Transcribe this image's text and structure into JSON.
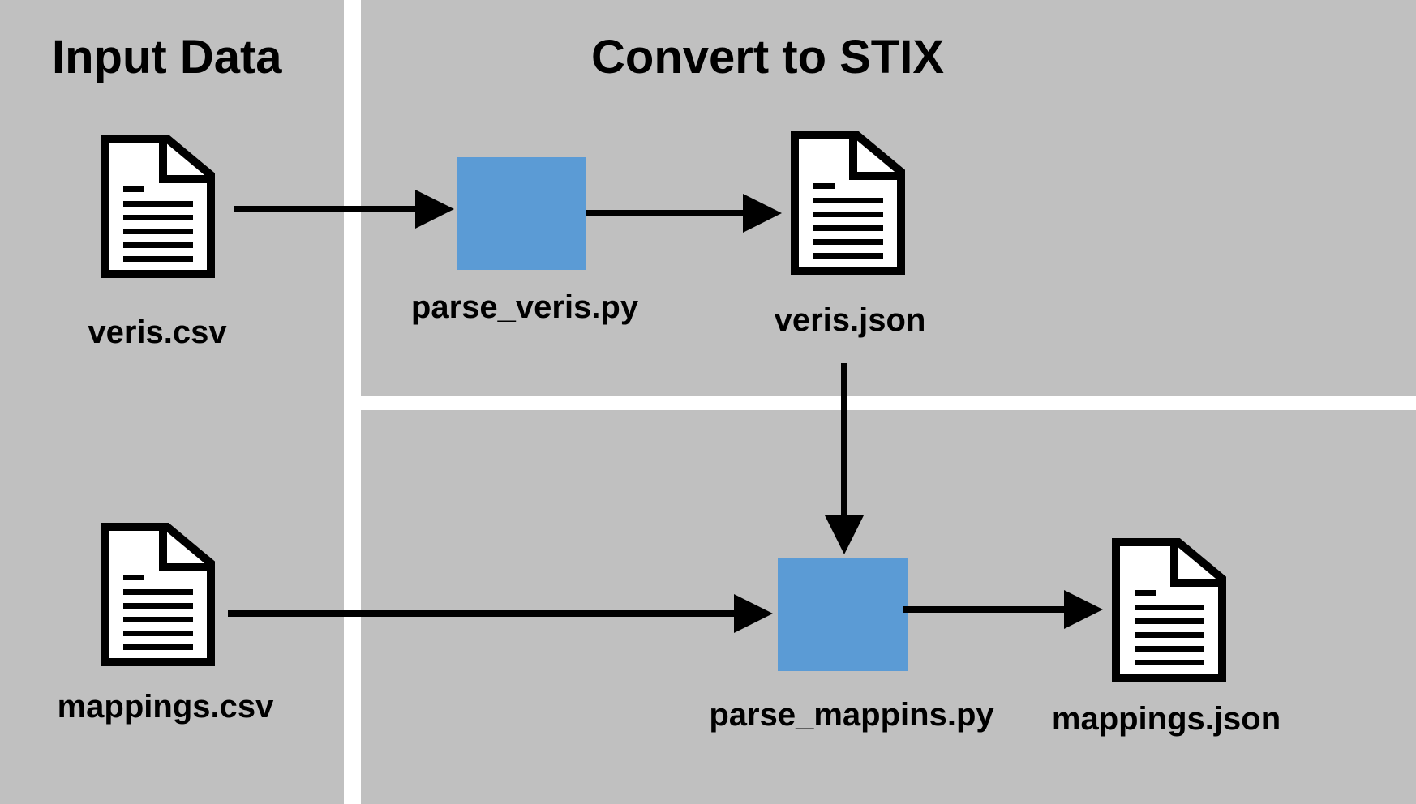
{
  "headings": {
    "input": "Input Data",
    "convert": "Convert to STIX"
  },
  "files": {
    "veris_csv": "veris.csv",
    "mappings_csv": "mappings.csv",
    "veris_json": "veris.json",
    "mappings_json": "mappings.json"
  },
  "scripts": {
    "parse_veris": "parse_veris.py",
    "parse_mappins": "parse_mappins.py"
  },
  "icons": {
    "document": "document-icon",
    "process": "process-box"
  },
  "colors": {
    "panel": "#c0c0c0",
    "process_box": "#5b9bd5",
    "arrow": "#000000"
  }
}
